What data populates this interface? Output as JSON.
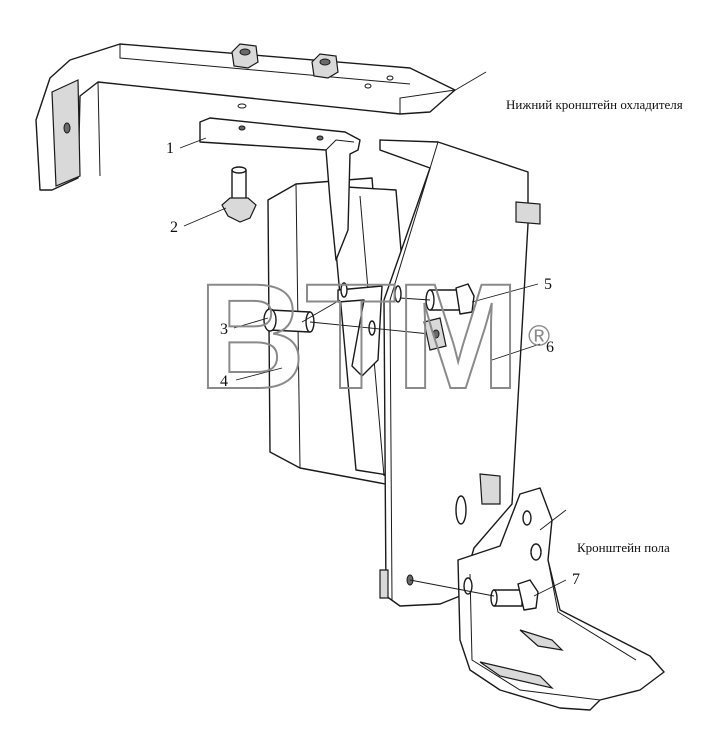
{
  "captions": {
    "cooler_bracket": "Нижний кронштейн охладителя",
    "floor_bracket": "Кронштейн пола"
  },
  "callouts": {
    "c1": "1",
    "c2": "2",
    "c3": "3",
    "c4": "4",
    "c5": "5",
    "c6": "6",
    "c7": "7"
  },
  "watermark": {
    "text": "BTM",
    "mark": "®"
  }
}
